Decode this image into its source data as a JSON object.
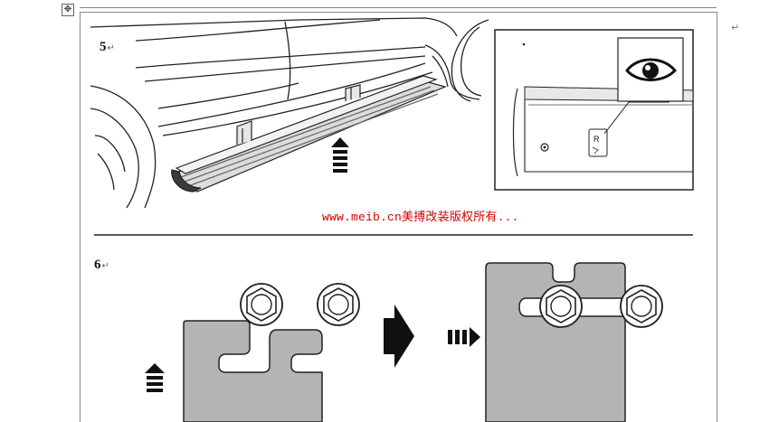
{
  "document": {
    "step_5_number": "5",
    "step_6_number": "6",
    "paragraph_mark": "↵",
    "anchor_glyph": "✥",
    "watermark": "www.meib.cn美搏改装版权所有...",
    "label_r": "R"
  },
  "icons": {
    "table_anchor": "move-cross-icon",
    "up_arrow": "stacked-up-arrow-icon",
    "right_arrow": "stacked-right-arrow-icon",
    "eye": "eye-icon",
    "big_arrow": "solid-right-arrow-icon"
  },
  "colors": {
    "watermark": "#d40000",
    "plate_fill": "#b4b4b4",
    "line": "#222222"
  }
}
